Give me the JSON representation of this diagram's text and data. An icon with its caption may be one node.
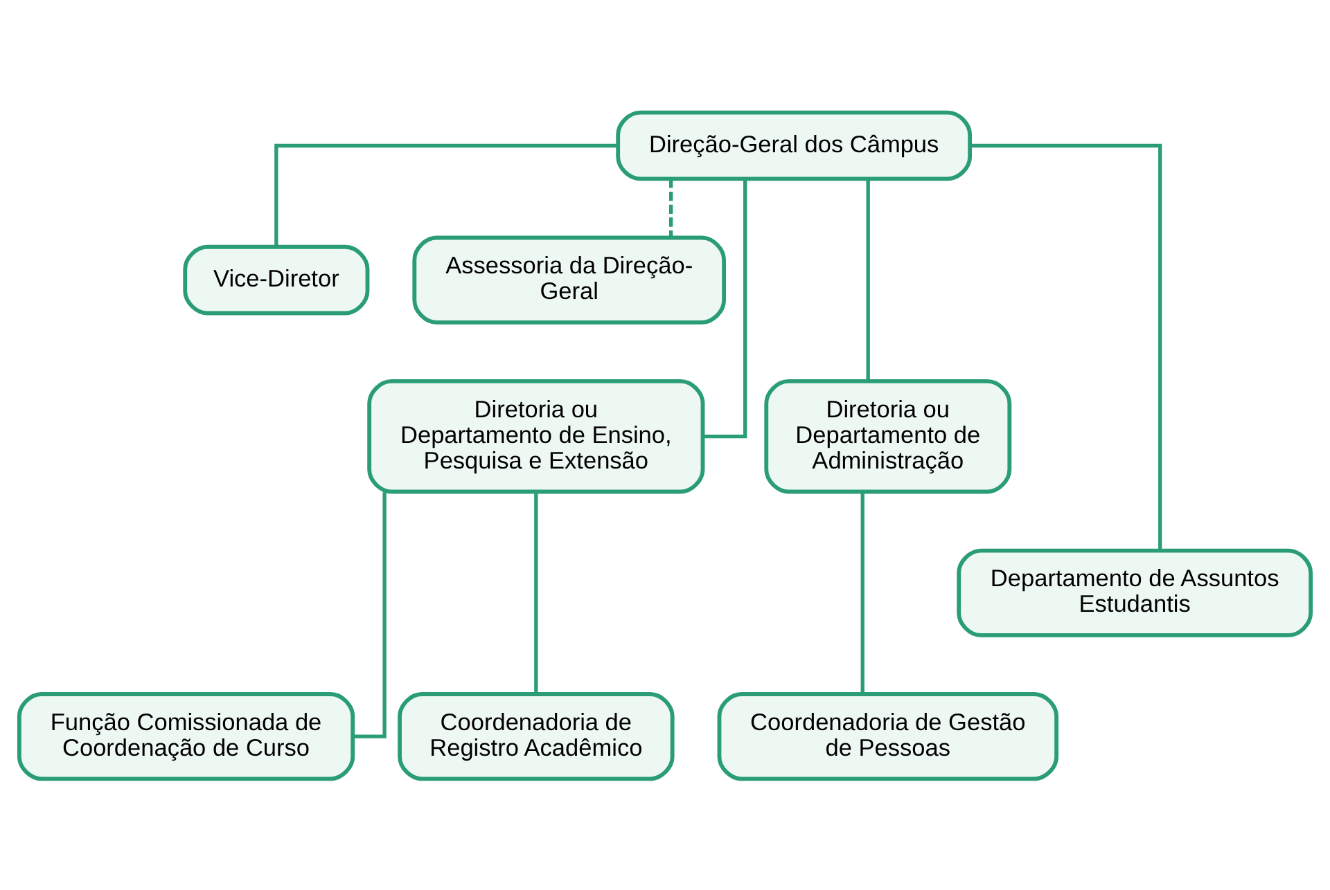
{
  "diagram": {
    "nodes": [
      {
        "text": [
          "Direção-Geral dos Câmpus"
        ]
      },
      {
        "text": [
          "Vice-Diretor"
        ]
      },
      {
        "text": [
          "Assessoria da Direção-Geral"
        ]
      },
      {
        "text": [
          "Diretoria ou Departamento de Ensino, Pesquisa e Extensão"
        ]
      },
      {
        "text": [
          "Diretoria ou Departamento de Administração"
        ]
      },
      {
        "text": [
          "Departamento de Assuntos Estudantis"
        ]
      },
      {
        "text": [
          "Função Comissionada de Coordenação de Curso"
        ]
      },
      {
        "text": [
          "Coordenadoria de Registro Acadêmico"
        ]
      },
      {
        "text": [
          "Coordenadoria de Gestão de Pessoas"
        ]
      }
    ],
    "edges": [
      {
        "from": 0,
        "to": 1,
        "arrow": "none"
      },
      {
        "from": 0,
        "to": 2,
        "arrow": "none",
        "style": "dashed"
      },
      {
        "from": 0,
        "to": 5,
        "arrow": "none"
      },
      {
        "from": 0,
        "to": 3,
        "arrow": "none"
      },
      {
        "from": 0,
        "to": 4,
        "arrow": "none"
      },
      {
        "from": 3,
        "to": 6,
        "arrow": "none"
      },
      {
        "from": 3,
        "to": 7,
        "arrow": "none"
      },
      {
        "from": 4,
        "to": 8,
        "arrow": "none"
      }
    ]
  }
}
